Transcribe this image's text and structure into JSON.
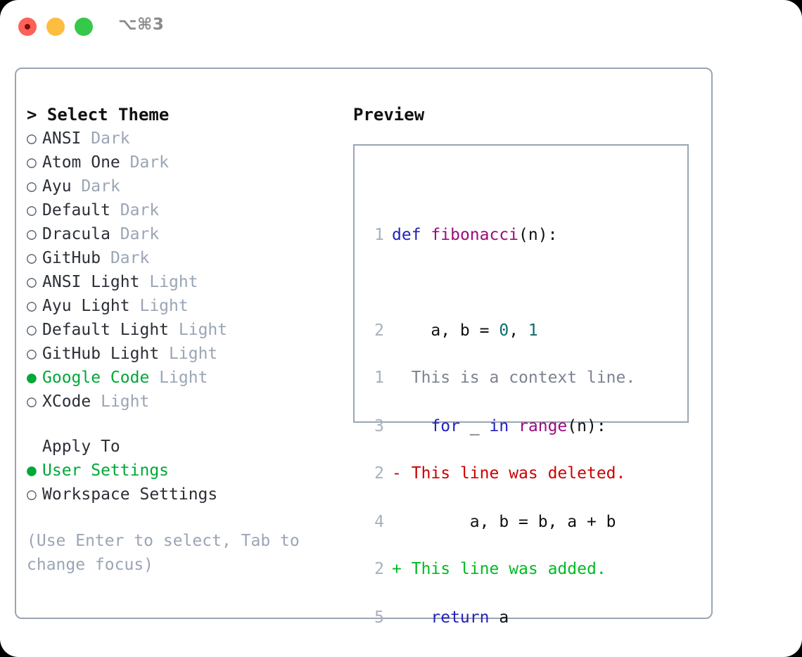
{
  "titlebar": {
    "shortcut": "⌥⌘3",
    "buttons": [
      {
        "name": "close",
        "color": "#fd6158"
      },
      {
        "name": "minimize",
        "color": "#fdbd41"
      },
      {
        "name": "maximize",
        "color": "#34c949"
      }
    ]
  },
  "colors": {
    "accent_green": "#00a838",
    "border": "#9aa5b5",
    "muted": "#9aa5b5",
    "keyword": "#2222bb",
    "function": "#9b0b7d",
    "number": "#0b6b6b",
    "diff_delete": "#cc0000",
    "diff_add": "#00bb22"
  },
  "theme_picker": {
    "caret": ">",
    "title": "Select Theme",
    "bullet_unselected": "○",
    "bullet_selected": "●",
    "items": [
      {
        "name": "ANSI",
        "variant": "Dark",
        "selected": false
      },
      {
        "name": "Atom One",
        "variant": "Dark",
        "selected": false
      },
      {
        "name": "Ayu",
        "variant": "Dark",
        "selected": false
      },
      {
        "name": "Default",
        "variant": "Dark",
        "selected": false
      },
      {
        "name": "Dracula",
        "variant": "Dark",
        "selected": false
      },
      {
        "name": "GitHub",
        "variant": "Dark",
        "selected": false
      },
      {
        "name": "ANSI Light",
        "variant": "Light",
        "selected": false
      },
      {
        "name": "Ayu Light",
        "variant": "Light",
        "selected": false
      },
      {
        "name": "Default Light",
        "variant": "Light",
        "selected": false
      },
      {
        "name": "GitHub Light",
        "variant": "Light",
        "selected": false
      },
      {
        "name": "Google Code",
        "variant": "Light",
        "selected": true
      },
      {
        "name": "XCode",
        "variant": "Light",
        "selected": false
      }
    ]
  },
  "apply_to": {
    "label": "Apply To",
    "items": [
      {
        "name": "User Settings",
        "selected": true
      },
      {
        "name": "Workspace Settings",
        "selected": false
      }
    ]
  },
  "hint": "(Use Enter to select, Tab to change focus)",
  "preview": {
    "title": "Preview",
    "code_lines": [
      {
        "lineno": "1",
        "tokens": [
          {
            "t": "def",
            "k": "kw"
          },
          {
            "t": " ",
            "k": "txt"
          },
          {
            "t": "fibonacci",
            "k": "fn"
          },
          {
            "t": "(n):",
            "k": "txt"
          }
        ]
      },
      {
        "lineno": "2",
        "tokens": [
          {
            "t": "    a, b = ",
            "k": "txt"
          },
          {
            "t": "0",
            "k": "num"
          },
          {
            "t": ", ",
            "k": "txt"
          },
          {
            "t": "1",
            "k": "num"
          }
        ]
      },
      {
        "lineno": "3",
        "tokens": [
          {
            "t": "    ",
            "k": "txt"
          },
          {
            "t": "for",
            "k": "kw"
          },
          {
            "t": " _ ",
            "k": "txt"
          },
          {
            "t": "in",
            "k": "kw"
          },
          {
            "t": " ",
            "k": "txt"
          },
          {
            "t": "range",
            "k": "fn"
          },
          {
            "t": "(n):",
            "k": "txt"
          }
        ]
      },
      {
        "lineno": "4",
        "tokens": [
          {
            "t": "        a, b = b, a + b",
            "k": "txt"
          }
        ]
      },
      {
        "lineno": "5",
        "tokens": [
          {
            "t": "    ",
            "k": "txt"
          },
          {
            "t": "return",
            "k": "kw"
          },
          {
            "t": " a",
            "k": "txt"
          }
        ]
      }
    ],
    "diff_lines": [
      {
        "lineno": "1",
        "marker": " ",
        "text": "This is a context line.",
        "kind": "ctx"
      },
      {
        "lineno": "2",
        "marker": "-",
        "text": "This line was deleted.",
        "kind": "del"
      },
      {
        "lineno": "2",
        "marker": "+",
        "text": "This line was added.",
        "kind": "add"
      }
    ]
  }
}
